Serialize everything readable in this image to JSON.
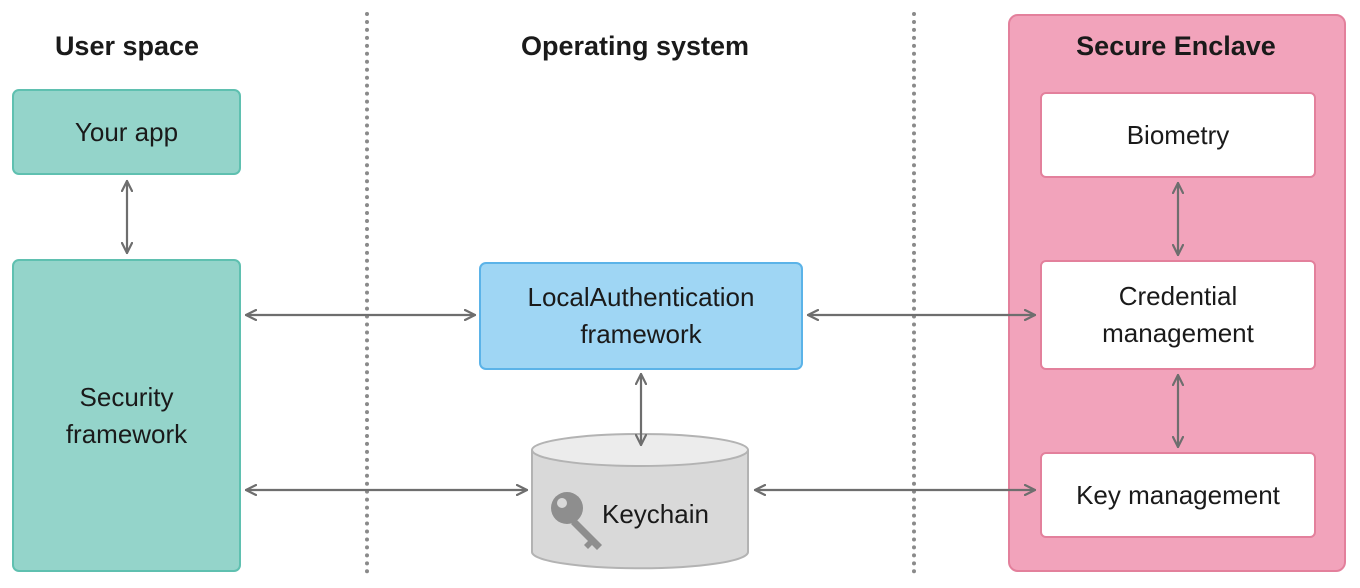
{
  "columns": {
    "user_space": "User space",
    "operating_system": "Operating system",
    "secure_enclave": "Secure Enclave"
  },
  "nodes": {
    "your_app": "Your app",
    "security_framework": "Security\nframework",
    "local_authentication": "LocalAuthentication\nframework",
    "keychain": "Keychain",
    "biometry": "Biometry",
    "credential_management": "Credential\nmanagement",
    "key_management": "Key management"
  },
  "icons": {
    "keychain": "key-icon"
  },
  "colors": {
    "user_space_box": "#94d4ca",
    "local_auth_box": "#9fd6f4",
    "secure_enclave_bg": "#f2a3bb",
    "keychain_cylinder": "#d9d9d9",
    "arrow": "#6e6e6e"
  },
  "connections": [
    [
      "Your app",
      "Security framework"
    ],
    [
      "Security framework",
      "LocalAuthentication framework"
    ],
    [
      "Security framework",
      "Keychain"
    ],
    [
      "LocalAuthentication framework",
      "Keychain"
    ],
    [
      "LocalAuthentication framework",
      "Credential management"
    ],
    [
      "Keychain",
      "Key management"
    ],
    [
      "Biometry",
      "Credential management"
    ],
    [
      "Credential management",
      "Key management"
    ]
  ]
}
